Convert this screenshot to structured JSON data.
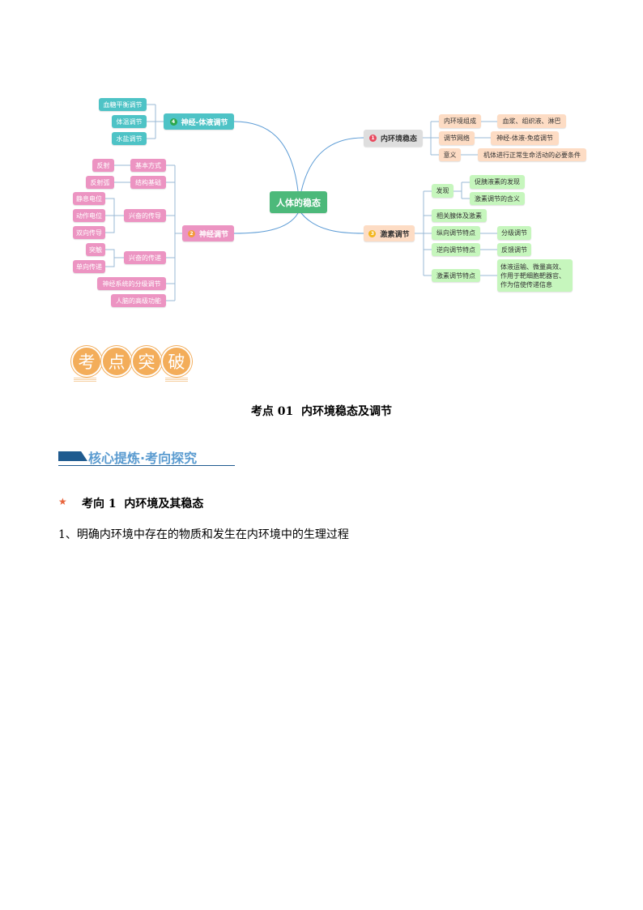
{
  "mindmap": {
    "center": "人体的稳态",
    "b4": {
      "num": "4",
      "label": "神经-体液调节",
      "children": [
        "血糖平衡调节",
        "体温调节",
        "水盐调节"
      ]
    },
    "b2": {
      "num": "2",
      "label": "神经调节",
      "children": [
        "基本方式",
        "结构基础",
        "兴奋的传导",
        "兴奋的传递",
        "神经系统的分级调节",
        "人脑的高级功能"
      ],
      "leaves": [
        "反射",
        "反射弧",
        "静息电位",
        "动作电位",
        "双向传导",
        "突触",
        "单向传递"
      ]
    },
    "b1": {
      "num": "1",
      "label": "内环境稳态",
      "children": [
        "内环境组成",
        "调节网络",
        "意义"
      ],
      "leaves": [
        "血浆、组织液、淋巴",
        "神经-体液-免疫调节",
        "机体进行正常生命活动的必要条件"
      ]
    },
    "b3": {
      "num": "3",
      "label": "激素调节",
      "children": [
        "发现",
        "相关腺体及激素",
        "纵向调节特点",
        "逆向调节特点",
        "激素调节特点"
      ],
      "leaves": [
        "促胰液素的发现",
        "激素调节的含义",
        "分级调节",
        "反馈调节",
        "体液运输、微量高效、",
        "作用于靶细胞靶器官、",
        "作为信使传递信息"
      ]
    }
  },
  "logo": [
    "考",
    "点",
    "突",
    "破"
  ],
  "section_title": "考点 01  内环境稳态及调节",
  "banner": "核心提炼·考向探究",
  "star": "★",
  "subheading": "考向 1  内环境及其稳态",
  "paragraph": "1、明确内环境中存在的物质和发生在内环境中的生理过程",
  "colors": {
    "accent": "#1f5b8f",
    "star": "#e8643c",
    "logo": "#f3ad5a"
  }
}
